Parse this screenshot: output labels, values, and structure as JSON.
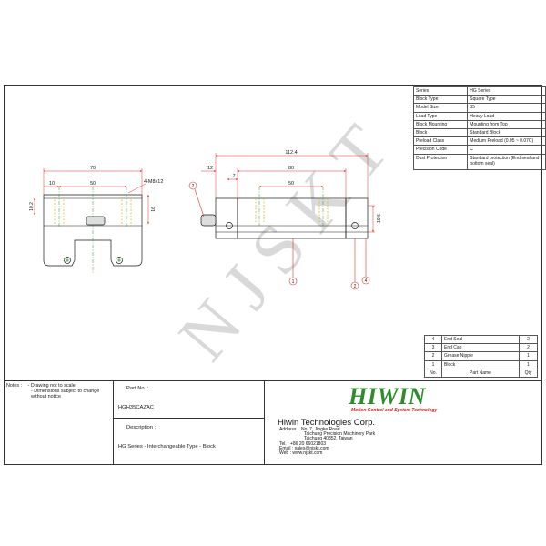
{
  "specs": [
    {
      "label": "Series",
      "value": "HG Series"
    },
    {
      "label": "Block Type",
      "value": "Square Type"
    },
    {
      "label": "Model Size",
      "value": "35"
    },
    {
      "label": "Load Type",
      "value": "Heavy Load"
    },
    {
      "label": "Block Mounting",
      "value": "Mounting from Top"
    },
    {
      "label": "Block",
      "value": "Standard Block"
    },
    {
      "label": "Preload Class",
      "value": "Medium Preload (0.05 ~ 0.07C)"
    },
    {
      "label": "Precision Code",
      "value": "C"
    },
    {
      "label": "Dust Protection",
      "value": "Standard protection (End-seal and bottom seal)"
    }
  ],
  "parts": {
    "header": {
      "no": "No.",
      "name": "Part Name",
      "qty": "Qty"
    },
    "rows": [
      {
        "no": "4",
        "name": "End Seal",
        "qty": "2"
      },
      {
        "no": "3",
        "name": "End Cap",
        "qty": "2"
      },
      {
        "no": "2",
        "name": "Grease Nipple",
        "qty": "1"
      },
      {
        "no": "1",
        "name": "Block",
        "qty": "1"
      }
    ]
  },
  "notes": {
    "label": "Notes :",
    "line1": "- Drawing not to scale",
    "line2": "- Dimensions subject to change",
    "line3": "without notice"
  },
  "part": {
    "no_label": "Part No. :",
    "no_value": "HGH35CAZAC",
    "desc_label": "Description :",
    "desc_value": "HG Series - Interchangeable Type - Block"
  },
  "company": {
    "logo": "HIWIN",
    "slogan": "Motion Control and System Technology",
    "name": "Hiwin Technologies Corp.",
    "address_label": "Address :",
    "address_1": "No. 7, Jingke Road",
    "address_2": "Taichung Precision Machinery Park",
    "address_3": "Taichung 40852, Taiwan",
    "tel": "Tel. : +86 20 66021803",
    "email": "Email : sales@njskt.com",
    "web": "Web : www.njskt.com"
  },
  "watermark": "NJSKT",
  "dimensions": {
    "front_width": "70",
    "front_hole_spacing": "50",
    "front_edge": "10",
    "front_thread": "4-M8x12",
    "front_left_height": "10.2",
    "front_right_height": "16",
    "side_overall": "112.4",
    "side_body": "80",
    "side_hole_spacing": "50",
    "side_seal": "12",
    "side_endcap": "7",
    "side_height": "19.6"
  },
  "balloons": {
    "b1": "1",
    "b2": "2",
    "b2b": "2",
    "b4": "4"
  },
  "colors": {
    "dim": "#e0332a",
    "line": "#1a1a1a",
    "hidden": "#d4b400",
    "logo_green": "#2e8b2e",
    "slogan_red": "#d42020"
  }
}
